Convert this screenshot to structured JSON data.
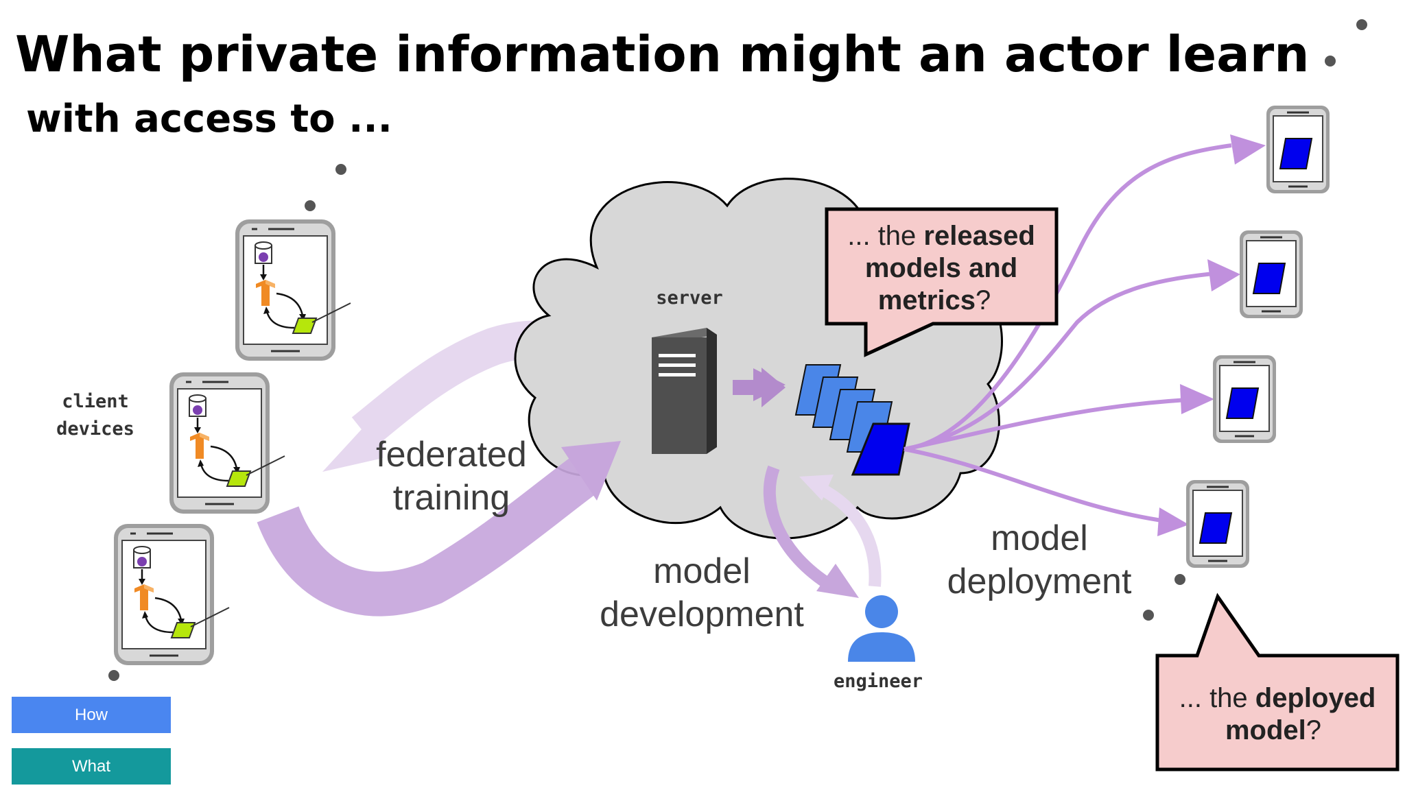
{
  "title": {
    "line1": "What private information might an actor learn",
    "line2": "with access to ..."
  },
  "labels": {
    "server": "server",
    "client_devices": [
      "client",
      "devices"
    ],
    "engineer": "engineer",
    "federated_training": [
      "federated",
      "training"
    ],
    "model_development": [
      "model",
      "development"
    ],
    "model_deployment": [
      "model",
      "deployment"
    ]
  },
  "callouts": {
    "released": {
      "prefix": "... the ",
      "bold1": "released",
      "line2": "models and",
      "line3_bold": "metrics",
      "line3_end": "?"
    },
    "deployed": {
      "prefix": "... the ",
      "bold1": "deployed",
      "line2_bold": "model",
      "line2_end": "?"
    }
  },
  "buttons": [
    {
      "label": "How",
      "color": "#4a86f0"
    },
    {
      "label": "What",
      "color": "#14999c"
    }
  ],
  "colors": {
    "arrow_light": "#e6d8ef",
    "arrow_mid": "#c7a6dc",
    "arrow_deploy": "#c090dd",
    "callout_fill": "#f6cccc",
    "model_blue": "#0000ee",
    "model_light": "#4a86e8",
    "leaf_green": "#b6e60c"
  }
}
